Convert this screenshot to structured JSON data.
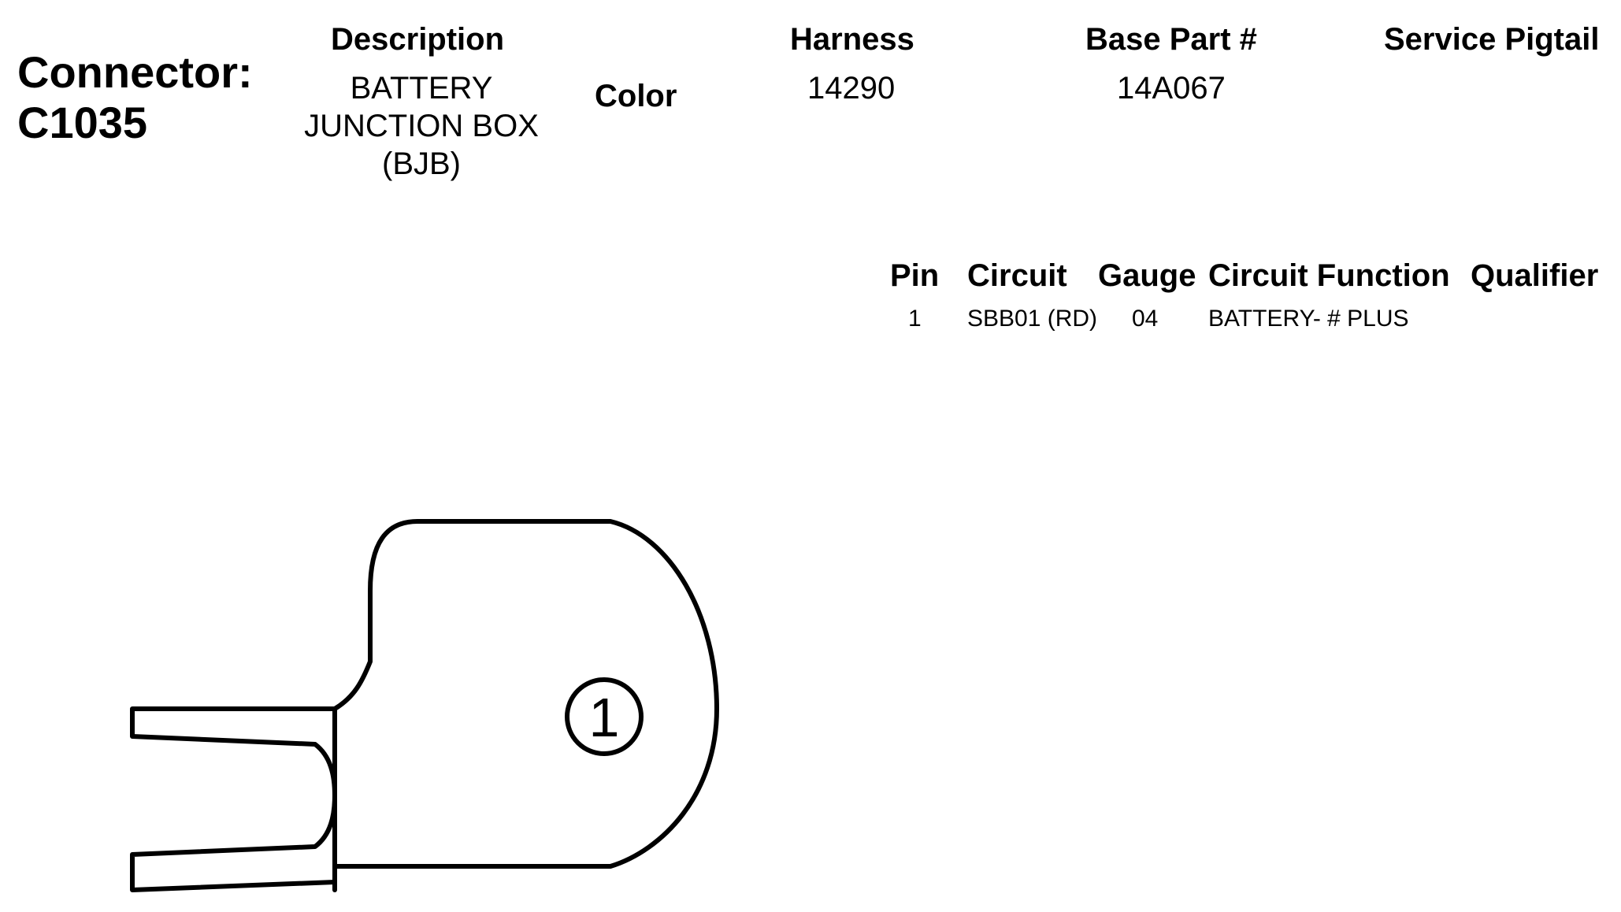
{
  "connector": {
    "label": "Connector:",
    "id": "C1035"
  },
  "header": {
    "description": {
      "label": "Description",
      "lines": [
        "BATTERY",
        "JUNCTION BOX",
        "(BJB)"
      ]
    },
    "color": {
      "label": "Color",
      "value": ""
    },
    "harness": {
      "label": "Harness",
      "value": "14290"
    },
    "base_part": {
      "label": "Base Part #",
      "value": "14A067"
    },
    "service_pigtail": {
      "label": "Service Pigtail",
      "value": ""
    }
  },
  "pin_table": {
    "columns": [
      "Pin",
      "Circuit",
      "Gauge",
      "Circuit Function",
      "Qualifier"
    ],
    "rows": [
      {
        "pin": "1",
        "circuit": "SBB01 (RD)",
        "gauge": "04",
        "function": "BATTERY- # PLUS",
        "qualifier": ""
      }
    ]
  },
  "diagram": {
    "pin_label": "1"
  }
}
